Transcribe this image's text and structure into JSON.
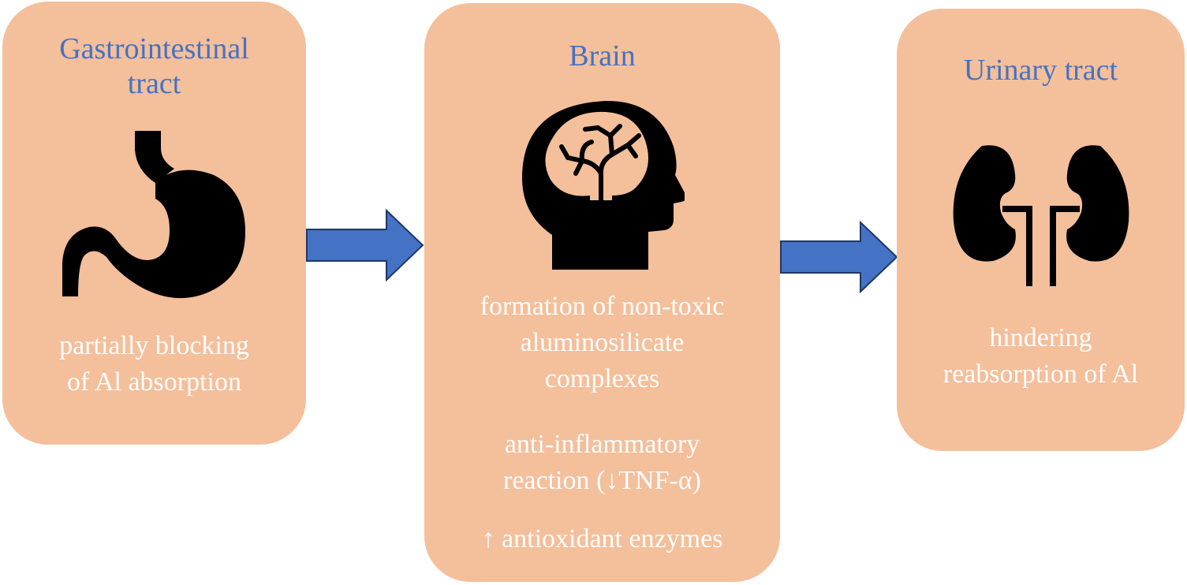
{
  "colors": {
    "box_fill": "#f4bf9b",
    "title_text": "#4472c4",
    "desc_text": "#ffffff",
    "arrow_fill": "#4472c4",
    "arrow_stroke": "#1f3864",
    "icon_fill": "#000000"
  },
  "gastrointestinal": {
    "title_line1": "Gastrointestinal",
    "title_line2": "tract",
    "icon": "stomach-icon",
    "desc_line1": "partially blocking",
    "desc_line2": "of Al absorption"
  },
  "brain": {
    "title": "Brain",
    "icon": "head-brain-icon",
    "effect1_line1": "formation of non-toxic",
    "effect1_line2": "aluminosilicate",
    "effect1_line3": "complexes",
    "effect2_line1": "anti-inflammatory",
    "effect2_line2": "reaction (↓TNF-α)",
    "effect3": "↑ antioxidant enzymes"
  },
  "urinary": {
    "title": "Urinary tract",
    "icon": "kidneys-icon",
    "desc_line1": "hindering",
    "desc_line2": "reabsorption of Al"
  },
  "arrows": [
    {
      "from": "Gastrointestinal tract",
      "to": "Brain"
    },
    {
      "from": "Brain",
      "to": "Urinary tract"
    }
  ]
}
